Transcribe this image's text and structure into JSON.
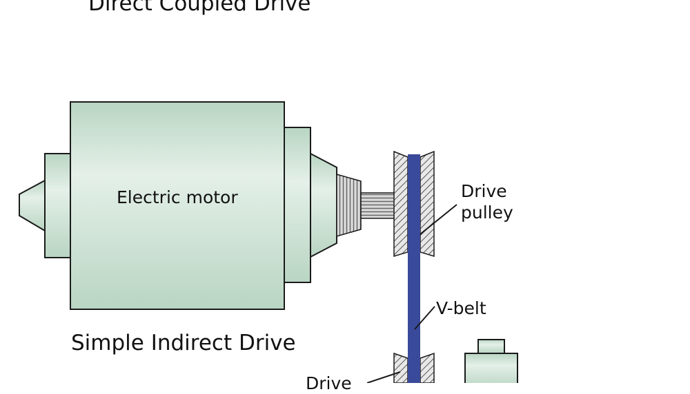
{
  "titles": {
    "top": "Direct Coupled Drive",
    "bottom": "Simple Indirect Drive"
  },
  "labels": {
    "motor": "Electric motor",
    "drive_pulley_line1": "Drive",
    "drive_pulley_line2": "pulley",
    "v_belt": "V-belt",
    "driven_partial": "Drive"
  },
  "colors": {
    "motor_fill": "#cfe3d6",
    "motor_highlight": "#e6f1ea",
    "belt": "#3a4a9a",
    "hatch": "#555555",
    "outline": "#1a1a1a"
  }
}
